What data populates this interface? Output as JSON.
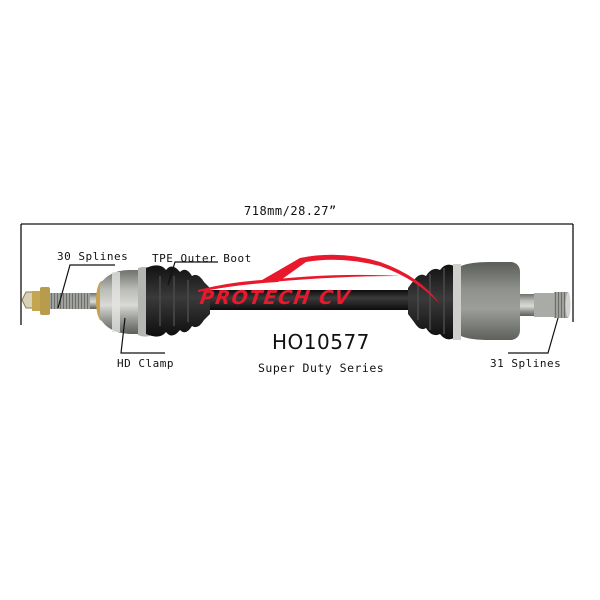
{
  "product": {
    "part_number": "HO10577",
    "series": "Super Duty Series",
    "brand_logo_text": "PROTECH CV",
    "overall_length": "718mm/28.27”"
  },
  "annotations": {
    "outer_splines": "30 Splines",
    "outer_boot": "TPE Outer Boot",
    "clamp": "HD Clamp",
    "inner_splines": "31 Splines"
  },
  "colors": {
    "background": "#ffffff",
    "logo_red": "#e8192c",
    "shaft_black": "#1a1a1a",
    "boot_black": "#222222",
    "housing_gray": "#8a8c88",
    "text": "#111111"
  }
}
